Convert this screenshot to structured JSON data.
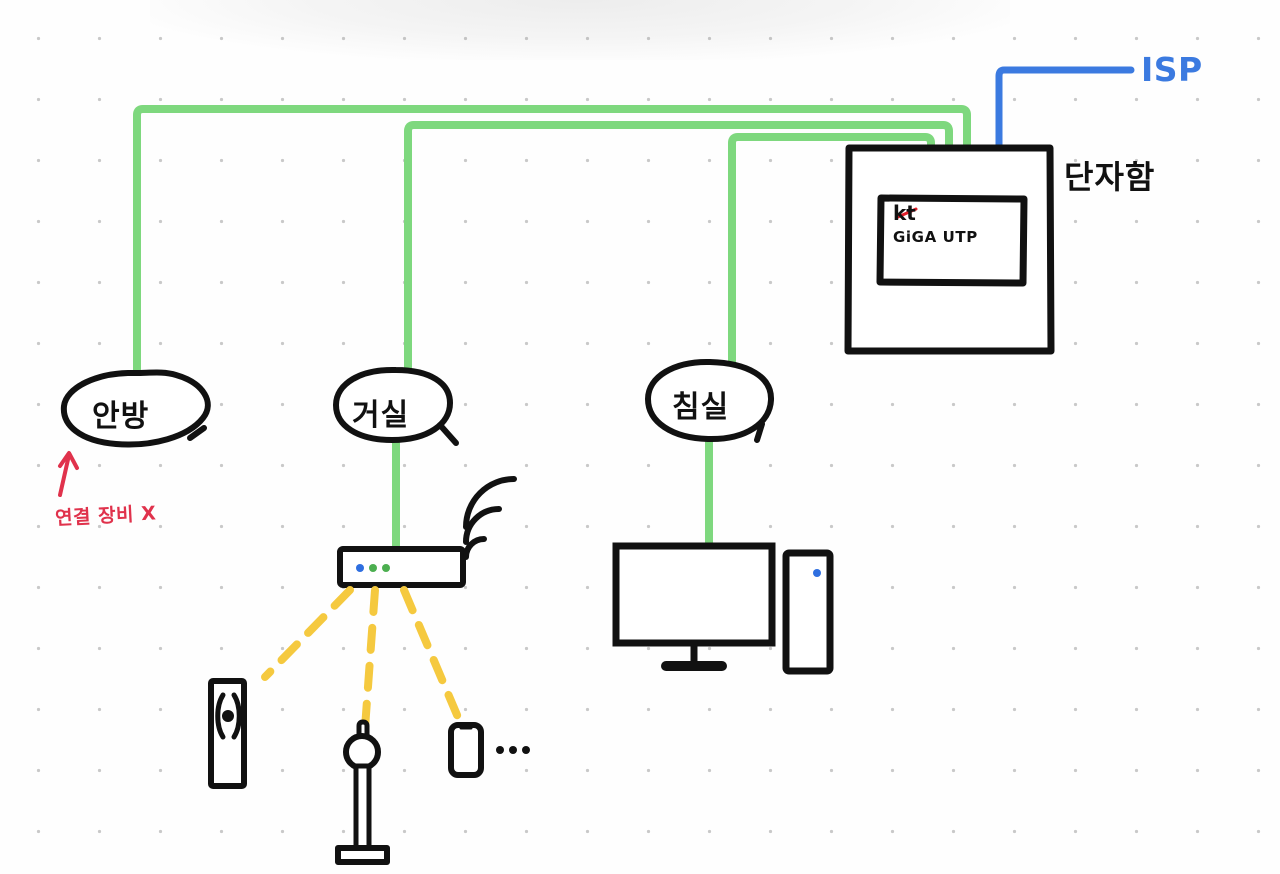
{
  "diagram": {
    "title": "home-network-wiring-diagram",
    "style": "hand-drawn whiteboard sketch on dotted grid"
  },
  "colors": {
    "background": "#fefefe",
    "grid_dot": "#c9c9c9",
    "ink": "#111111",
    "ethernet_green": "#7ed87e",
    "isp_blue": "#3b7ae0",
    "wifi_yellow": "#f5c93f",
    "annotation_red": "#e0324c",
    "led_blue": "#2f6fe0",
    "led_green": "#4caf50",
    "kt_accent_red": "#e0202a"
  },
  "isp": {
    "label": "ISP",
    "line_color": "#3b7ae0"
  },
  "terminal_box": {
    "label": "단자함",
    "device": {
      "brand": "kt",
      "model": "GiGA UTP"
    },
    "green_ports": 3,
    "blue_ports": 1
  },
  "rooms": [
    {
      "id": "room-anbang",
      "label": "안방",
      "has_device": false,
      "note": "연결 장비 X"
    },
    {
      "id": "room-geosil",
      "label": "거실",
      "has_device": true,
      "device": "wifi-router"
    },
    {
      "id": "room-chimsil",
      "label": "침실",
      "has_device": true,
      "device": "desktop-pc"
    }
  ],
  "annotation": {
    "text": "연결 장비 X",
    "color": "#e0324c",
    "points_to": "안방"
  },
  "router": {
    "name": "wifi-router",
    "leds": [
      "#2f6fe0",
      "#4caf50",
      "#4caf50"
    ],
    "wifi_arcs": 3,
    "wireless_clients": 3,
    "more_indicator": "..."
  },
  "wireless_clients": [
    {
      "id": "client-camera",
      "name": "security-camera-device"
    },
    {
      "id": "client-smartspeaker",
      "name": "floor-standing-smart-device"
    },
    {
      "id": "client-phone",
      "name": "smartphone"
    }
  ],
  "workstation": {
    "monitor": "desktop-monitor",
    "tower": "pc-tower",
    "tower_led": "#2f6fe0"
  },
  "cables": {
    "ethernet_runs": 3,
    "isp_runs": 1,
    "wireless_links": 3
  }
}
